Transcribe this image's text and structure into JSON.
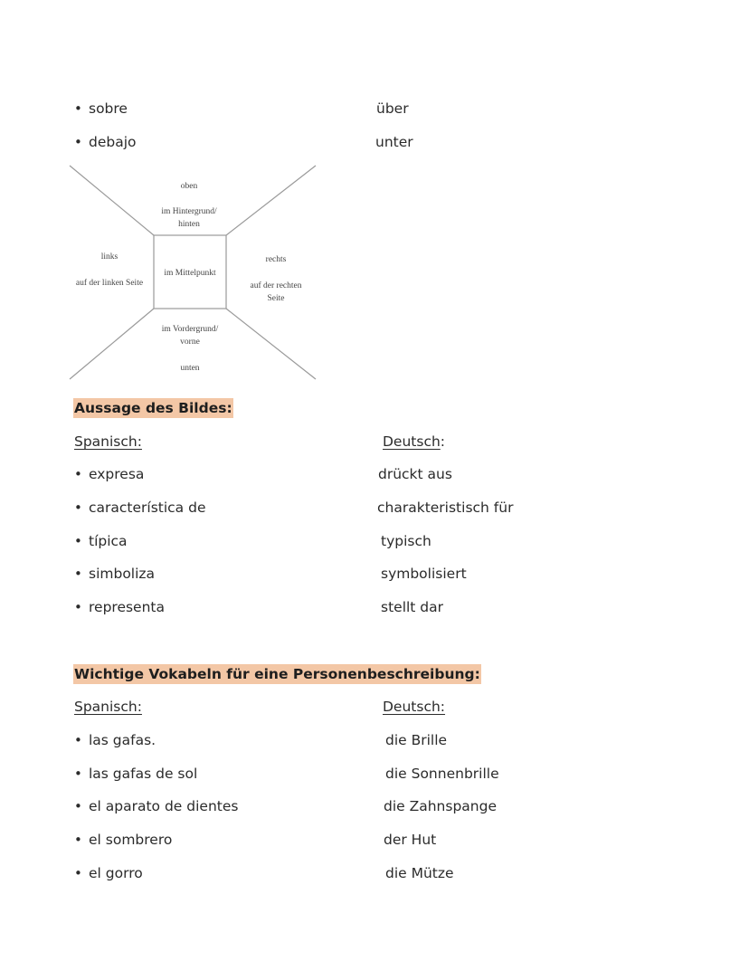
{
  "top_list": [
    {
      "es": "sobre",
      "de": "über"
    },
    {
      "es": "debajo",
      "de": "unter"
    }
  ],
  "diagram": {
    "oben": "oben",
    "hintergrund_1": "im Hintergrund/",
    "hintergrund_2": "hinten",
    "links": "links",
    "linke_seite": "auf der linken Seite",
    "mittelpunkt": "im Mittelpunkt",
    "rechts": "rechts",
    "rechte_seite_1": "auf der rechten",
    "rechte_seite_2": "Seite",
    "vordergrund_1": "im Vordergrund/",
    "vordergrund_2": "vorne",
    "unten": "unten"
  },
  "section1": {
    "heading": "Aussage des Bildes:",
    "col_es": "Spanisch:",
    "col_de_word": "Deutsch",
    "col_de_colon": ":",
    "items": [
      {
        "es": "expresa",
        "de": "drückt aus"
      },
      {
        "es": "característica de",
        "de": "charakteristisch für"
      },
      {
        "es": "típica",
        "de": "typisch"
      },
      {
        "es": "simboliza",
        "de": "symbolisiert"
      },
      {
        "es": "representa",
        "de": "stellt dar"
      }
    ]
  },
  "section2": {
    "heading": "Wichtige Vokabeln für eine Personenbeschreibung:",
    "col_es": "Spanisch:",
    "col_de": "Deutsch:",
    "items": [
      {
        "es": "las gafas.",
        "de": "die Brille"
      },
      {
        "es": "las gafas de sol",
        "de": "die Sonnenbrille"
      },
      {
        "es": "el aparato de dientes",
        "de": "die Zahnspange"
      },
      {
        "es": "el sombrero",
        "de": "der Hut"
      },
      {
        "es": "el gorro",
        "de": "die Mütze"
      }
    ]
  },
  "bullet_char": "•"
}
